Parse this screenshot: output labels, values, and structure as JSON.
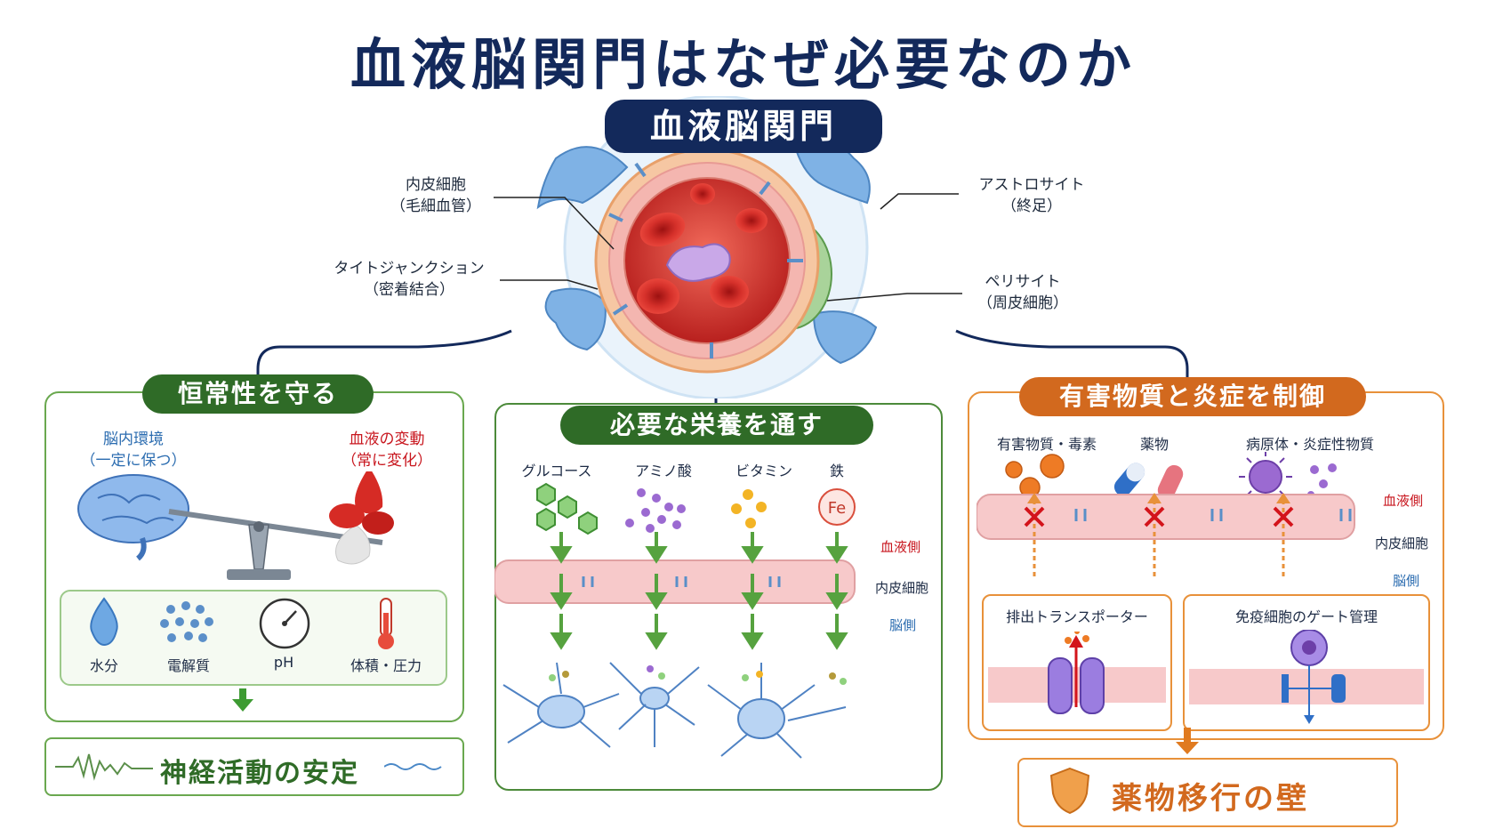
{
  "title": "血液脳関門はなぜ必要なのか",
  "center": {
    "pill": "血液脳関門",
    "endothelial_line1": "内皮細胞",
    "endothelial_line2": "（毛細血管）",
    "tight_line1": "タイトジャンクション",
    "tight_line2": "（密着結合）",
    "astro_line1": "アストロサイト",
    "astro_line2": "（終足）",
    "peri_line1": "ペリサイト",
    "peri_line2": "（周皮細胞）"
  },
  "left": {
    "header": "恒常性を守る",
    "brain_line1": "脳内環境",
    "brain_line2": "（一定に保つ）",
    "blood_line1": "血液の変動",
    "blood_line2": "（常に変化）",
    "items": [
      "水分",
      "電解質",
      "pH",
      "体積・圧力"
    ],
    "result": "神経活動の安定"
  },
  "middle": {
    "header": "必要な栄養を通す",
    "nutrients": [
      "グルコース",
      "アミノ酸",
      "ビタミン",
      "鉄"
    ],
    "fe": "Fe",
    "blood_side": "血液側",
    "endo": "内皮細胞",
    "brain_side": "脳側"
  },
  "right": {
    "header": "有害物質と炎症を制御",
    "items": [
      "有害物質・毒素",
      "薬物",
      "病原体・炎症性物質"
    ],
    "blood_side": "血液側",
    "endo": "内皮細胞",
    "brain_side": "脳側",
    "sub1": "排出トランスポーター",
    "sub2": "免疫細胞のゲート管理",
    "result": "薬物移行の壁"
  },
  "colors": {
    "navy": "#13295b",
    "green": "#2f6b27",
    "orange": "#d2691e",
    "red": "#c8161e",
    "blue": "#2b6cb0"
  }
}
